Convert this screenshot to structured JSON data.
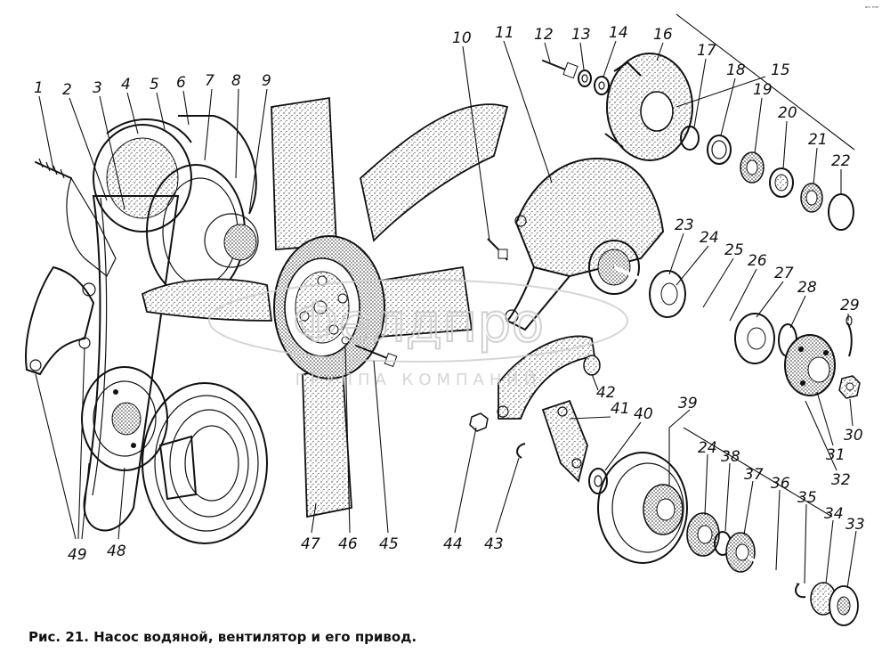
{
  "caption": "Рис. 21. Насос водяной, вентилятор и его привод.",
  "corner_mark": "ᵃᵐ ᵐᵐ",
  "watermark": {
    "logo_text": "Фелдпро",
    "subtitle": "ГРУППА КОМПАНИЙ"
  },
  "part_labels": [
    "1",
    "2",
    "3",
    "4",
    "5",
    "6",
    "7",
    "8",
    "9",
    "10",
    "11",
    "12",
    "13",
    "14",
    "15",
    "16",
    "17",
    "18",
    "19",
    "20",
    "21",
    "22",
    "23",
    "24",
    "25",
    "26",
    "27",
    "28",
    "29",
    "30",
    "31",
    "32",
    "33",
    "34",
    "35",
    "36",
    "37",
    "38",
    "39",
    "40",
    "41",
    "42",
    "43",
    "44",
    "45",
    "46",
    "47",
    "48",
    "49"
  ],
  "colors": {
    "ink": "#111111",
    "paper": "#ffffff",
    "watermark": "#c9c9c9"
  }
}
